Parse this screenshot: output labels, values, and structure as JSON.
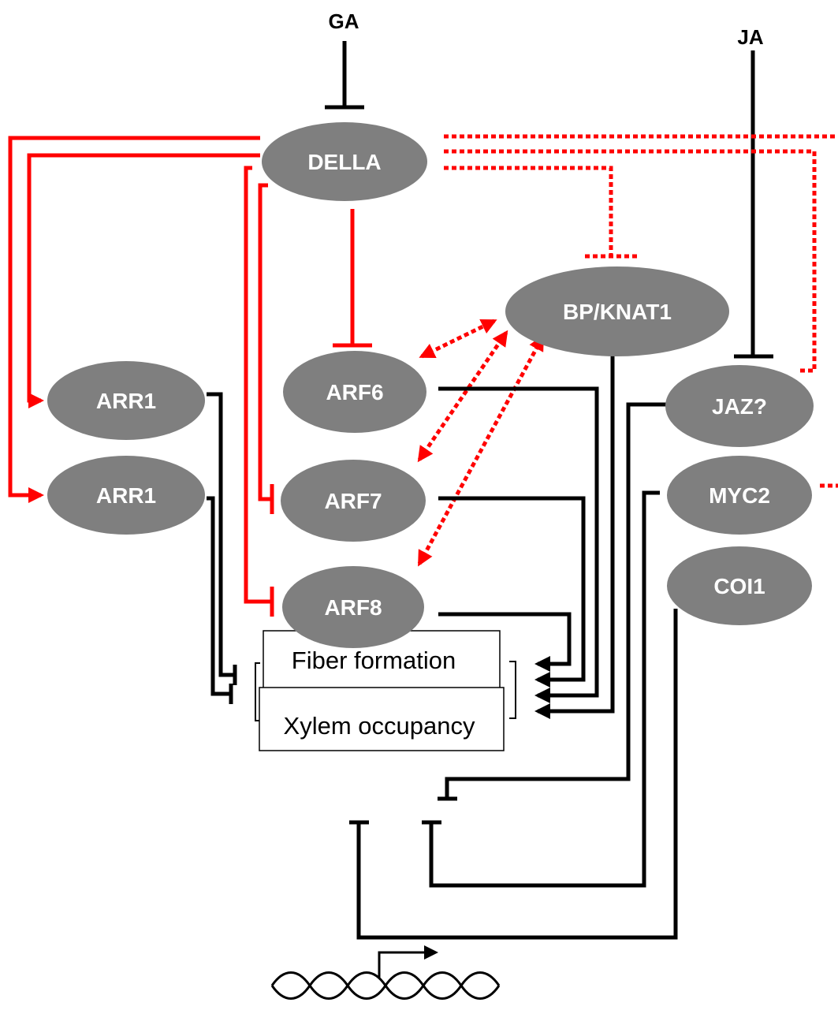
{
  "hormones": {
    "ga": "GA",
    "ja": "JA"
  },
  "nodes": {
    "della": "DELLA",
    "bp_knat1": "BP/KNAT1",
    "arr1_top": "ARR1",
    "arr1_bottom": "ARR1",
    "arf6": "ARF6",
    "arf7": "ARF7",
    "arf8": "ARF8",
    "jaz": "JAZ?",
    "myc2": "MYC2",
    "coi1": "COI1"
  },
  "outputs": {
    "fiber_formation": "Fiber formation",
    "xylem_occupancy": "Xylem occupancy"
  },
  "colors": {
    "node_fill": "#7f7f7f",
    "node_text": "#ffffff",
    "repression_red": "#ff0000",
    "regulation_black": "#000000"
  },
  "icons": {
    "gene": "dna-helix-with-transcription-arrow-icon"
  }
}
